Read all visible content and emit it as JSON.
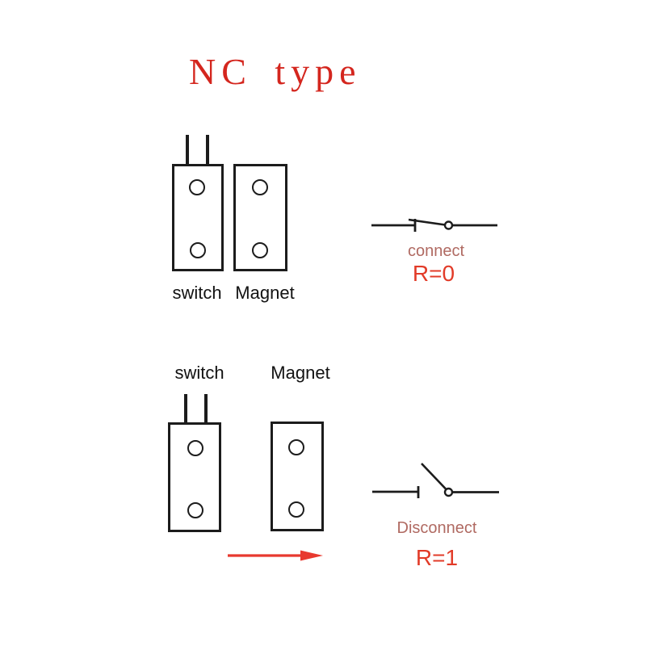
{
  "title": "NC type",
  "colors": {
    "title_red": "#d4261e",
    "bright_red": "#e23b28",
    "muted_red": "#b06a62",
    "arrow_red": "#e8392f",
    "line_black": "#1c1c1c"
  },
  "sections": {
    "closed": {
      "switch_label": "switch",
      "magnet_label": "Magnet",
      "status": "connect",
      "resistance": "R=0"
    },
    "open": {
      "switch_label": "switch",
      "magnet_label": "Magnet",
      "status": "Disconnect",
      "resistance": "R=1"
    }
  }
}
